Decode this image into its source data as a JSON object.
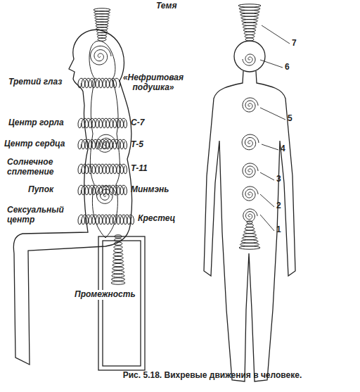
{
  "diagram": {
    "caption": "Рис. 5.18. Вихревые движения в человеке.",
    "labels": [
      "Темя",
      "Третий глаз",
      "«Нефритовая подушка»",
      "Центр горла",
      "С-7",
      "Центр сердца",
      "Т-5",
      "Солнечное сплетение",
      "Т-11",
      "Пупок",
      "Минмэнь",
      "Сексуальный центр",
      "Крестец",
      "Промежность",
      "7",
      "6",
      "5",
      "4",
      "3",
      "2",
      "1"
    ]
  }
}
